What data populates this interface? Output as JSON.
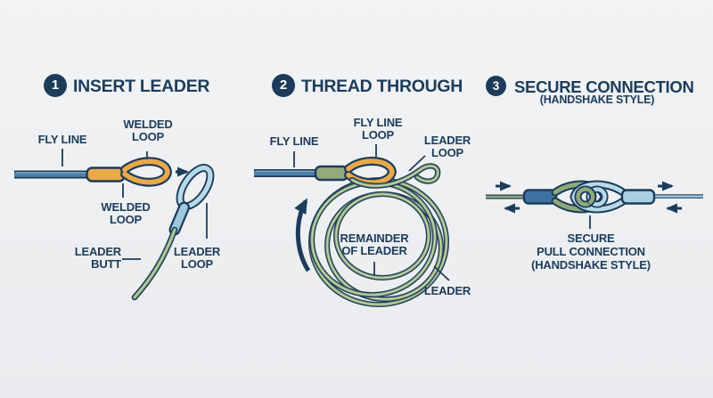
{
  "p1": {
    "num": "1",
    "title": "INSERT LEADER",
    "fly_line": "FLY LINE",
    "welded_loop_top": [
      "WELDED",
      "LOOP"
    ],
    "welded_loop_bottom": [
      "WELDED",
      "LOOP"
    ],
    "leader_butt": [
      "LEADER",
      "BUTT"
    ],
    "leader_loop": [
      "LEADER",
      "LOOP"
    ]
  },
  "p2": {
    "num": "2",
    "title": "THREAD THROUGH",
    "fly_line": "FLY LINE",
    "fly_line_loop": [
      "FLY LINE",
      "LOOP"
    ],
    "leader_loop": [
      "LEADER",
      "LOOP"
    ],
    "remainder": [
      "REMAINDER",
      "OF LEADER"
    ],
    "leader": "LEADER"
  },
  "p3": {
    "num": "3",
    "title": "SECURE CONNECTION",
    "subtitle": "(HANDSHAKE STYLE)",
    "caption": [
      "SECURE",
      "PULL CONNECTION",
      "(HANDSHAKE STYLE)"
    ]
  },
  "colors": {
    "ink": "#1d3c5a",
    "background": "#edeff1",
    "fly_line_blue": "#4d80a8",
    "welded_loop_orange": "#e9a84a",
    "leader_loop_light_blue": "#b8d9e9",
    "leader_green": "#8ea97b",
    "sleeve_dark_blue": "#3e73a1",
    "sleeve_light_blue": "#a9cfe2"
  }
}
